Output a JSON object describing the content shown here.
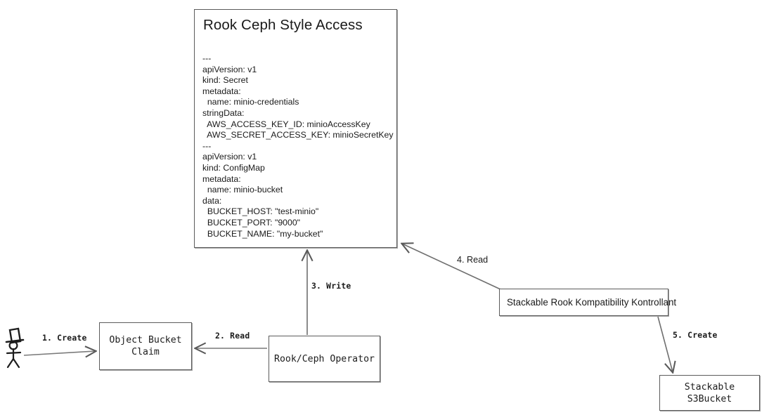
{
  "diagram": {
    "title": "Rook Ceph Style Access",
    "yaml": "---\napiVersion: v1\nkind: Secret\nmetadata:\n  name: minio-credentials\nstringData:\n  AWS_ACCESS_KEY_ID: minioAccessKey\n  AWS_SECRET_ACCESS_KEY: minioSecretKey\n---\napiVersion: v1\nkind: ConfigMap\nmetadata:\n  name: minio-bucket\ndata:\n  BUCKET_HOST: \"test-minio\"\n  BUCKET_PORT: \"9000\"\n  BUCKET_NAME: \"my-bucket\""
  },
  "yaml_lines": [
    "---",
    "apiVersion: v1",
    "kind: Secret",
    "metadata:",
    "  name: minio-credentials",
    "stringData:",
    "  AWS_ACCESS_KEY_ID: minioAccessKey",
    "  AWS_SECRET_ACCESS_KEY: minioSecretKey",
    "---",
    "apiVersion: v1",
    "kind: ConfigMap",
    "metadata:",
    "  name: minio-bucket",
    "data:",
    "  BUCKET_HOST: \"test-minio\"",
    "  BUCKET_PORT: \"9000\"",
    "  BUCKET_NAME: \"my-bucket\""
  ],
  "nodes": {
    "actor": "actor-stick-figure",
    "object_bucket_claim": "Object Bucket\nClaim",
    "rook_ceph_operator": "Rook/Ceph Operator",
    "srkk": "Stackable Rook Kompatibility Kontrollant",
    "s3bucket": "Stackable S3Bucket"
  },
  "edges": [
    {
      "id": 1,
      "label": "1. Create",
      "from": "actor",
      "to": "object-bucket-claim"
    },
    {
      "id": 2,
      "label": "2. Read",
      "from": "rook-ceph-operator",
      "to": "object-bucket-claim"
    },
    {
      "id": 3,
      "label": "3. Write",
      "from": "rook-ceph-operator",
      "to": "rook-ceph-style-access"
    },
    {
      "id": 4,
      "label": "4. Read",
      "from": "srkk",
      "to": "rook-ceph-style-access"
    },
    {
      "id": 5,
      "label": "5. Create",
      "from": "srkk",
      "to": "stackable-s3bucket"
    }
  ],
  "colors": {
    "stroke": "#5b5b5b",
    "arrow": "#595959",
    "text": "#1a1a1a",
    "background": "#ffffff"
  }
}
